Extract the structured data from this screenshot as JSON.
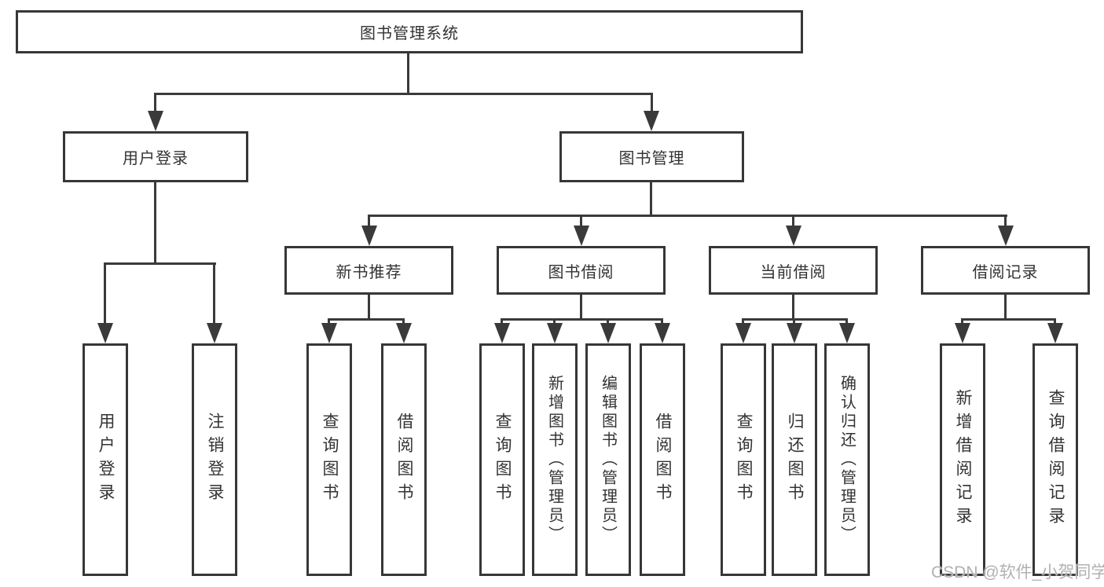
{
  "diagram": {
    "title": "图书管理系统",
    "level2": [
      {
        "label": "用户登录",
        "children": [
          "用户登录",
          "注销登录"
        ]
      },
      {
        "label": "图书管理"
      }
    ],
    "level3": [
      {
        "label": "新书推荐",
        "children": [
          "查询图书",
          "借阅图书"
        ]
      },
      {
        "label": "图书借阅",
        "children": [
          "查询图书",
          "新增图书（管理员）",
          "编辑图书（管理员）",
          "借阅图书"
        ]
      },
      {
        "label": "当前借阅",
        "children": [
          "查询图书",
          "归还图书",
          "确认归还（管理员）"
        ]
      },
      {
        "label": "借阅记录",
        "children": [
          "新增借阅记录",
          "查询借阅记录"
        ]
      }
    ],
    "watermark": "CSDN @软件_小贺同学",
    "colors": {
      "line": "#3a3a3a",
      "border": "#373737",
      "text": "#333333",
      "background": "#ffffff",
      "watermark": "#b3b0b0"
    }
  }
}
